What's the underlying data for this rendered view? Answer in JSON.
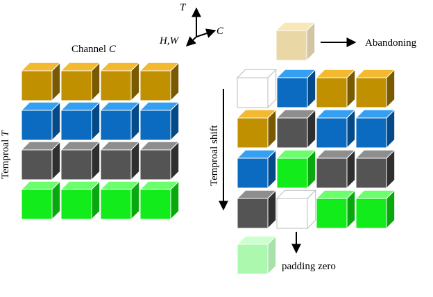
{
  "axes": {
    "t_label": "T",
    "c_label": "C",
    "hw_label": "H,W"
  },
  "left": {
    "channel_label": "Channel",
    "channel_var": "C",
    "temporal_label": "Temproal",
    "temporal_var": "T",
    "grid": [
      [
        "gold",
        "gold",
        "gold",
        "gold"
      ],
      [
        "blue",
        "blue",
        "blue",
        "blue"
      ],
      [
        "gray",
        "gray",
        "gray",
        "gray"
      ],
      [
        "green",
        "green",
        "green",
        "green"
      ]
    ]
  },
  "right": {
    "shift_label": "Temproal shift",
    "abandon_label": "Abandoning",
    "padding_label": "padding zero",
    "grid": [
      [
        "empty",
        "blue",
        "gold",
        "gold"
      ],
      [
        "gold",
        "gray",
        "blue",
        "blue"
      ],
      [
        "blue",
        "green",
        "gray",
        "gray"
      ],
      [
        "gray",
        "empty",
        "green",
        "green"
      ]
    ],
    "abandoned_cube": "gold",
    "padding_cube": "green"
  },
  "colors": {
    "gold": {
      "front": "#c09000",
      "top": "#f2b931",
      "side": "#7a5a00"
    },
    "blue": {
      "front": "#0b6bc0",
      "top": "#35a0f2",
      "side": "#054a88"
    },
    "gray": {
      "front": "#545454",
      "top": "#8e8e8e",
      "side": "#2f2f2f"
    },
    "green": {
      "front": "#12ec1a",
      "top": "#6bff6e",
      "side": "#0aa80f"
    },
    "empty": {
      "front": "#ffffff",
      "top": "#ffffff",
      "side": "#ffffff"
    }
  }
}
